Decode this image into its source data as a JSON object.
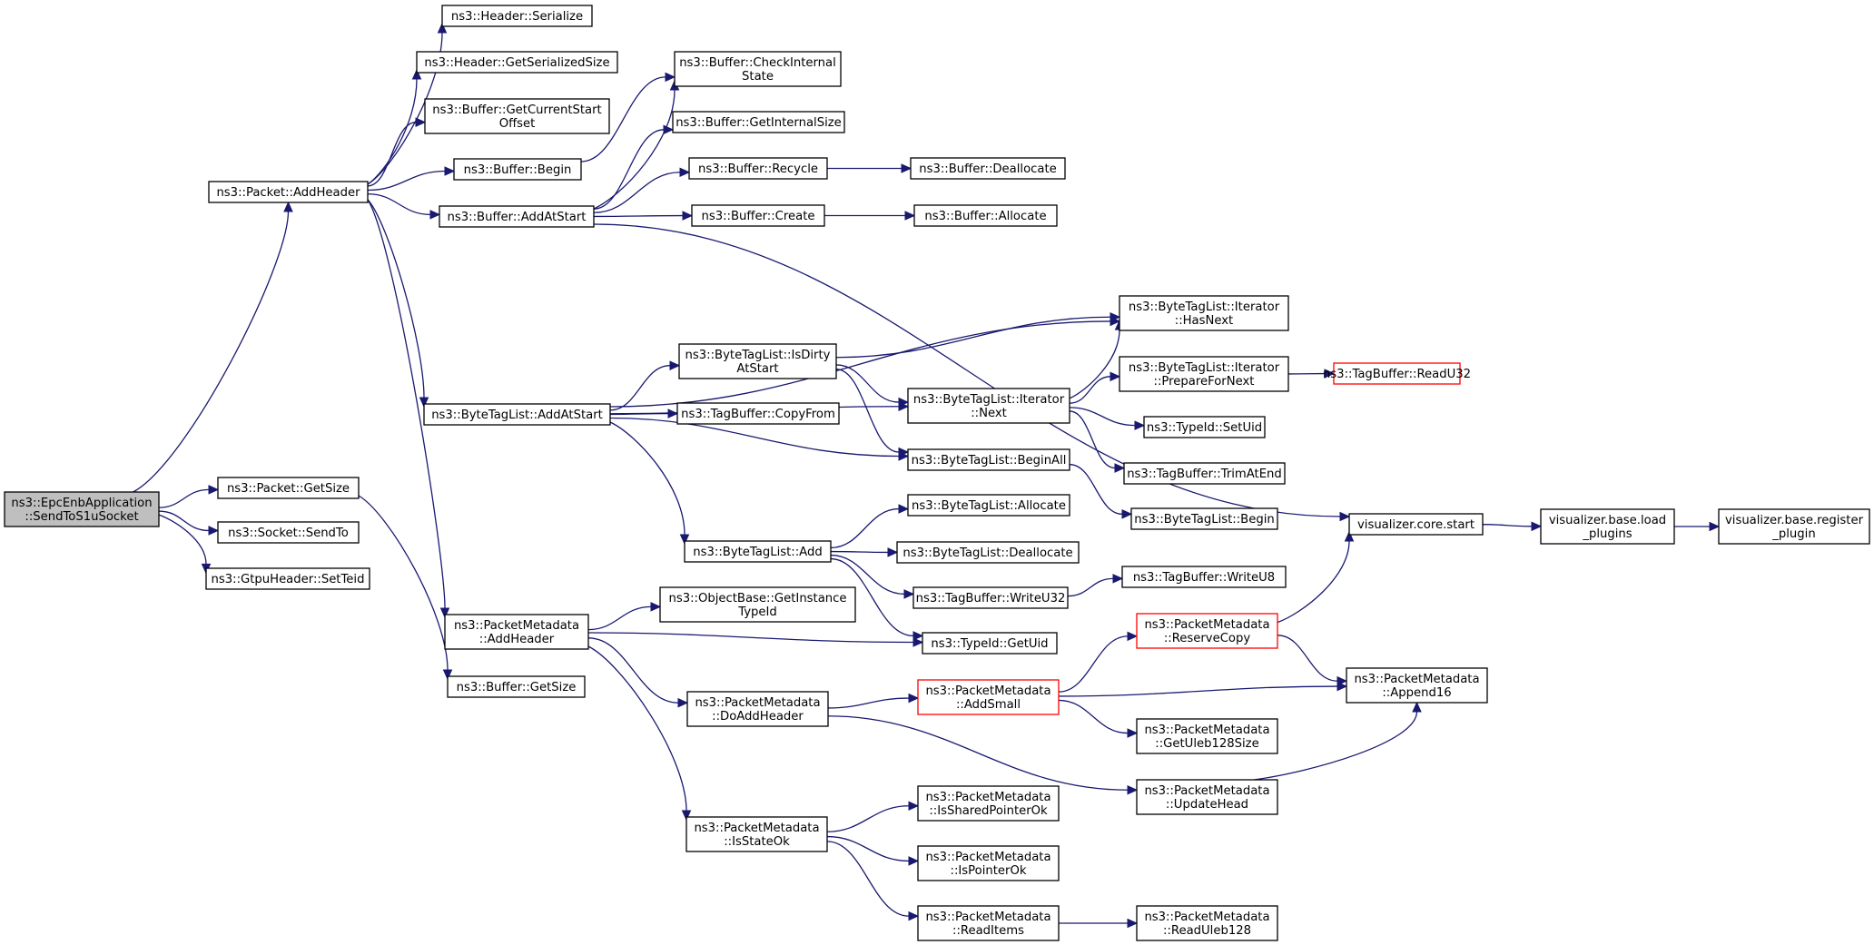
{
  "graph": {
    "colors": {
      "edge": "#191970",
      "node_border": "#000000",
      "truncated_border": "#ff0000",
      "root_fill": "#bfbfbf",
      "node_fill": "#ffffff"
    },
    "nodes": [
      {
        "id": "sendtos1usocket",
        "lines": [
          "ns3::EpcEnbApplication",
          "::SendToS1uSocket"
        ],
        "root": true
      },
      {
        "id": "packet-addheader",
        "lines": [
          "ns3::Packet::AddHeader"
        ]
      },
      {
        "id": "packet-getsize",
        "lines": [
          "ns3::Packet::GetSize"
        ]
      },
      {
        "id": "socket-sendto",
        "lines": [
          "ns3::Socket::SendTo"
        ]
      },
      {
        "id": "gtpuheader-setteid",
        "lines": [
          "ns3::GtpuHeader::SetTeid"
        ]
      },
      {
        "id": "header-serialize",
        "lines": [
          "ns3::Header::Serialize"
        ]
      },
      {
        "id": "header-getserializedsize",
        "lines": [
          "ns3::Header::GetSerializedSize"
        ]
      },
      {
        "id": "buffer-getcurrentstartoffset",
        "lines": [
          "ns3::Buffer::GetCurrentStart",
          "Offset"
        ]
      },
      {
        "id": "buffer-begin",
        "lines": [
          "ns3::Buffer::Begin"
        ]
      },
      {
        "id": "buffer-addatstart",
        "lines": [
          "ns3::Buffer::AddAtStart"
        ]
      },
      {
        "id": "bytetaglist-addatstart",
        "lines": [
          "ns3::ByteTagList::AddAtStart"
        ]
      },
      {
        "id": "packetmetadata-addheader",
        "lines": [
          "ns3::PacketMetadata",
          "::AddHeader"
        ]
      },
      {
        "id": "buffer-getsize",
        "lines": [
          "ns3::Buffer::GetSize"
        ]
      },
      {
        "id": "buffer-checkinternalstate",
        "lines": [
          "ns3::Buffer::CheckInternal",
          "State"
        ]
      },
      {
        "id": "buffer-getinternalsize",
        "lines": [
          "ns3::Buffer::GetInternalSize"
        ]
      },
      {
        "id": "buffer-recycle",
        "lines": [
          "ns3::Buffer::Recycle"
        ]
      },
      {
        "id": "buffer-create",
        "lines": [
          "ns3::Buffer::Create"
        ]
      },
      {
        "id": "bytetaglist-isdirtyatstart",
        "lines": [
          "ns3::ByteTagList::IsDirty",
          "AtStart"
        ]
      },
      {
        "id": "tagbuffer-copyfrom",
        "lines": [
          "ns3::TagBuffer::CopyFrom"
        ]
      },
      {
        "id": "bytetaglist-add",
        "lines": [
          "ns3::ByteTagList::Add"
        ]
      },
      {
        "id": "objectbase-getinstancetypeid",
        "lines": [
          "ns3::ObjectBase::GetInstance",
          "TypeId"
        ]
      },
      {
        "id": "packetmetadata-doaddheader",
        "lines": [
          "ns3::PacketMetadata",
          "::DoAddHeader"
        ]
      },
      {
        "id": "packetmetadata-isstateok",
        "lines": [
          "ns3::PacketMetadata",
          "::IsStateOk"
        ]
      },
      {
        "id": "buffer-deallocate",
        "lines": [
          "ns3::Buffer::Deallocate"
        ]
      },
      {
        "id": "buffer-allocate",
        "lines": [
          "ns3::Buffer::Allocate"
        ]
      },
      {
        "id": "bytetaglist-iterator-next",
        "lines": [
          "ns3::ByteTagList::Iterator",
          "::Next"
        ]
      },
      {
        "id": "bytetaglist-beginall",
        "lines": [
          "ns3::ByteTagList::BeginAll"
        ]
      },
      {
        "id": "bytetaglist-allocate",
        "lines": [
          "ns3::ByteTagList::Allocate"
        ]
      },
      {
        "id": "bytetaglist-deallocate",
        "lines": [
          "ns3::ByteTagList::Deallocate"
        ]
      },
      {
        "id": "tagbuffer-writeu32",
        "lines": [
          "ns3::TagBuffer::WriteU32"
        ]
      },
      {
        "id": "typeid-getuid",
        "lines": [
          "ns3::TypeId::GetUid"
        ]
      },
      {
        "id": "packetmetadata-addsmall",
        "lines": [
          "ns3::PacketMetadata",
          "::AddSmall"
        ],
        "truncated": true
      },
      {
        "id": "packetmetadata-issharedpointerok",
        "lines": [
          "ns3::PacketMetadata",
          "::IsSharedPointerOk"
        ]
      },
      {
        "id": "packetmetadata-ispointerok",
        "lines": [
          "ns3::PacketMetadata",
          "::IsPointerOk"
        ]
      },
      {
        "id": "packetmetadata-readitems",
        "lines": [
          "ns3::PacketMetadata",
          "::ReadItems"
        ]
      },
      {
        "id": "bytetaglist-iterator-hasnext",
        "lines": [
          "ns3::ByteTagList::Iterator",
          "::HasNext"
        ]
      },
      {
        "id": "bytetaglist-iterator-preparefornext",
        "lines": [
          "ns3::ByteTagList::Iterator",
          "::PrepareForNext"
        ]
      },
      {
        "id": "typeid-setuid",
        "lines": [
          "ns3::TypeId::SetUid"
        ]
      },
      {
        "id": "tagbuffer-trimatend",
        "lines": [
          "ns3::TagBuffer::TrimAtEnd"
        ]
      },
      {
        "id": "bytetaglist-begin",
        "lines": [
          "ns3::ByteTagList::Begin"
        ]
      },
      {
        "id": "tagbuffer-writeu8",
        "lines": [
          "ns3::TagBuffer::WriteU8"
        ]
      },
      {
        "id": "packetmetadata-reservecopy",
        "lines": [
          "ns3::PacketMetadata",
          "::ReserveCopy"
        ],
        "truncated": true
      },
      {
        "id": "packetmetadata-getuleb128size",
        "lines": [
          "ns3::PacketMetadata",
          "::GetUleb128Size"
        ]
      },
      {
        "id": "packetmetadata-updatehead",
        "lines": [
          "ns3::PacketMetadata",
          "::UpdateHead"
        ]
      },
      {
        "id": "packetmetadata-readuleb128",
        "lines": [
          "ns3::PacketMetadata",
          "::ReadUleb128"
        ]
      },
      {
        "id": "tagbuffer-readu32",
        "lines": [
          "ns3::TagBuffer::ReadU32"
        ],
        "truncated": true
      },
      {
        "id": "visualizer-core-start",
        "lines": [
          "visualizer.core.start"
        ]
      },
      {
        "id": "packetmetadata-append16",
        "lines": [
          "ns3::PacketMetadata",
          "::Append16"
        ]
      },
      {
        "id": "visualizer-base-load-plugins",
        "lines": [
          "visualizer.base.load",
          "_plugins"
        ]
      },
      {
        "id": "visualizer-base-register-plugin",
        "lines": [
          "visualizer.base.register",
          "_plugin"
        ]
      }
    ],
    "edges": [
      [
        "sendtos1usocket",
        "packet-addheader"
      ],
      [
        "sendtos1usocket",
        "packet-getsize"
      ],
      [
        "sendtos1usocket",
        "socket-sendto"
      ],
      [
        "sendtos1usocket",
        "gtpuheader-setteid"
      ],
      [
        "packet-addheader",
        "header-serialize"
      ],
      [
        "packet-addheader",
        "header-getserializedsize"
      ],
      [
        "packet-addheader",
        "buffer-getcurrentstartoffset"
      ],
      [
        "packet-addheader",
        "buffer-begin"
      ],
      [
        "packet-addheader",
        "buffer-addatstart"
      ],
      [
        "packet-addheader",
        "bytetaglist-addatstart"
      ],
      [
        "packet-addheader",
        "packetmetadata-addheader"
      ],
      [
        "packet-getsize",
        "buffer-getsize"
      ],
      [
        "buffer-begin",
        "buffer-checkinternalstate"
      ],
      [
        "buffer-addatstart",
        "buffer-checkinternalstate"
      ],
      [
        "buffer-addatstart",
        "buffer-getinternalsize"
      ],
      [
        "buffer-addatstart",
        "buffer-recycle"
      ],
      [
        "buffer-addatstart",
        "buffer-create"
      ],
      [
        "buffer-addatstart",
        "visualizer-core-start"
      ],
      [
        "buffer-recycle",
        "buffer-deallocate"
      ],
      [
        "buffer-create",
        "buffer-allocate"
      ],
      [
        "bytetaglist-addatstart",
        "bytetaglist-iterator-hasnext"
      ],
      [
        "bytetaglist-addatstart",
        "bytetaglist-isdirtyatstart"
      ],
      [
        "bytetaglist-addatstart",
        "tagbuffer-copyfrom"
      ],
      [
        "bytetaglist-addatstart",
        "bytetaglist-iterator-next"
      ],
      [
        "bytetaglist-addatstart",
        "bytetaglist-beginall"
      ],
      [
        "bytetaglist-addatstart",
        "bytetaglist-add"
      ],
      [
        "bytetaglist-isdirtyatstart",
        "bytetaglist-iterator-hasnext"
      ],
      [
        "bytetaglist-isdirtyatstart",
        "bytetaglist-iterator-next"
      ],
      [
        "bytetaglist-isdirtyatstart",
        "bytetaglist-beginall"
      ],
      [
        "bytetaglist-iterator-next",
        "bytetaglist-iterator-hasnext"
      ],
      [
        "bytetaglist-iterator-next",
        "bytetaglist-iterator-preparefornext"
      ],
      [
        "bytetaglist-iterator-next",
        "typeid-setuid"
      ],
      [
        "bytetaglist-iterator-next",
        "tagbuffer-trimatend"
      ],
      [
        "bytetaglist-iterator-preparefornext",
        "tagbuffer-readu32"
      ],
      [
        "bytetaglist-beginall",
        "bytetaglist-begin"
      ],
      [
        "bytetaglist-add",
        "bytetaglist-allocate"
      ],
      [
        "bytetaglist-add",
        "bytetaglist-deallocate"
      ],
      [
        "bytetaglist-add",
        "tagbuffer-writeu32"
      ],
      [
        "bytetaglist-add",
        "typeid-getuid"
      ],
      [
        "tagbuffer-writeu32",
        "tagbuffer-writeu8"
      ],
      [
        "packetmetadata-addheader",
        "objectbase-getinstancetypeid"
      ],
      [
        "packetmetadata-addheader",
        "typeid-getuid"
      ],
      [
        "packetmetadata-addheader",
        "packetmetadata-doaddheader"
      ],
      [
        "packetmetadata-addheader",
        "packetmetadata-isstateok"
      ],
      [
        "packetmetadata-doaddheader",
        "packetmetadata-addsmall"
      ],
      [
        "packetmetadata-doaddheader",
        "packetmetadata-updatehead"
      ],
      [
        "packetmetadata-addsmall",
        "packetmetadata-reservecopy"
      ],
      [
        "packetmetadata-addsmall",
        "packetmetadata-append16"
      ],
      [
        "packetmetadata-addsmall",
        "packetmetadata-getuleb128size"
      ],
      [
        "packetmetadata-reservecopy",
        "visualizer-core-start"
      ],
      [
        "packetmetadata-reservecopy",
        "packetmetadata-append16"
      ],
      [
        "packetmetadata-updatehead",
        "packetmetadata-append16"
      ],
      [
        "packetmetadata-isstateok",
        "packetmetadata-issharedpointerok"
      ],
      [
        "packetmetadata-isstateok",
        "packetmetadata-ispointerok"
      ],
      [
        "packetmetadata-isstateok",
        "packetmetadata-readitems"
      ],
      [
        "packetmetadata-readitems",
        "packetmetadata-readuleb128"
      ],
      [
        "visualizer-core-start",
        "visualizer-base-load-plugins"
      ],
      [
        "visualizer-base-load-plugins",
        "visualizer-base-register-plugin"
      ]
    ]
  }
}
